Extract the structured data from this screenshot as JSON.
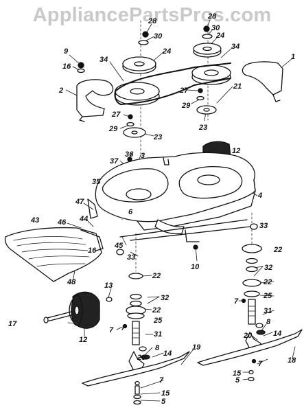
{
  "watermark": "AppliancePartsPros.com",
  "parts": [
    {
      "id": "p28a",
      "label": "28"
    },
    {
      "id": "p30a",
      "label": "30"
    },
    {
      "id": "p24a",
      "label": "24"
    },
    {
      "id": "p34a",
      "label": "34"
    },
    {
      "id": "p28b",
      "label": "28"
    },
    {
      "id": "p30b",
      "label": "30"
    },
    {
      "id": "p24b",
      "label": "24"
    },
    {
      "id": "p34b",
      "label": "34"
    },
    {
      "id": "p9",
      "label": "9"
    },
    {
      "id": "p16a",
      "label": "16"
    },
    {
      "id": "p2",
      "label": "2"
    },
    {
      "id": "p1",
      "label": "1"
    },
    {
      "id": "p27a",
      "label": "27"
    },
    {
      "id": "p29a",
      "label": "29"
    },
    {
      "id": "p23a",
      "label": "23"
    },
    {
      "id": "p27b",
      "label": "27"
    },
    {
      "id": "p29b",
      "label": "29"
    },
    {
      "id": "p23b",
      "label": "23"
    },
    {
      "id": "p21",
      "label": "21"
    },
    {
      "id": "p12a",
      "label": "12"
    },
    {
      "id": "p36",
      "label": "36"
    },
    {
      "id": "p3",
      "label": "3"
    },
    {
      "id": "p37",
      "label": "37"
    },
    {
      "id": "p35",
      "label": "35"
    },
    {
      "id": "p4",
      "label": "4"
    },
    {
      "id": "p47",
      "label": "47"
    },
    {
      "id": "p6",
      "label": "6"
    },
    {
      "id": "p43",
      "label": "43"
    },
    {
      "id": "p46",
      "label": "46"
    },
    {
      "id": "p44",
      "label": "44"
    },
    {
      "id": "p16b",
      "label": "16"
    },
    {
      "id": "p45",
      "label": "45"
    },
    {
      "id": "p33a",
      "label": "33"
    },
    {
      "id": "p33b",
      "label": "33"
    },
    {
      "id": "p10",
      "label": "10"
    },
    {
      "id": "p48",
      "label": "48"
    },
    {
      "id": "p22a",
      "label": "22"
    },
    {
      "id": "p22b",
      "label": "22"
    },
    {
      "id": "p22c",
      "label": "22"
    },
    {
      "id": "p22d",
      "label": "22"
    },
    {
      "id": "p32a",
      "label": "32"
    },
    {
      "id": "p32b",
      "label": "32"
    },
    {
      "id": "p13",
      "label": "13"
    },
    {
      "id": "p25a",
      "label": "25"
    },
    {
      "id": "p25b",
      "label": "25"
    },
    {
      "id": "p7a",
      "label": "7"
    },
    {
      "id": "p7b",
      "label": "7"
    },
    {
      "id": "p7c",
      "label": "7"
    },
    {
      "id": "p7d",
      "label": "7"
    },
    {
      "id": "p31a",
      "label": "31"
    },
    {
      "id": "p31b",
      "label": "31"
    },
    {
      "id": "p17",
      "label": "17"
    },
    {
      "id": "p12b",
      "label": "12"
    },
    {
      "id": "p8a",
      "label": "8"
    },
    {
      "id": "p8b",
      "label": "8"
    },
    {
      "id": "p20a",
      "label": "20"
    },
    {
      "id": "p20b",
      "label": "20"
    },
    {
      "id": "p14a",
      "label": "14"
    },
    {
      "id": "p14b",
      "label": "14"
    },
    {
      "id": "p19",
      "label": "19"
    },
    {
      "id": "p18",
      "label": "18"
    },
    {
      "id": "p15a",
      "label": "15"
    },
    {
      "id": "p15b",
      "label": "15"
    },
    {
      "id": "p5a",
      "label": "5"
    },
    {
      "id": "p5b",
      "label": "5"
    }
  ]
}
